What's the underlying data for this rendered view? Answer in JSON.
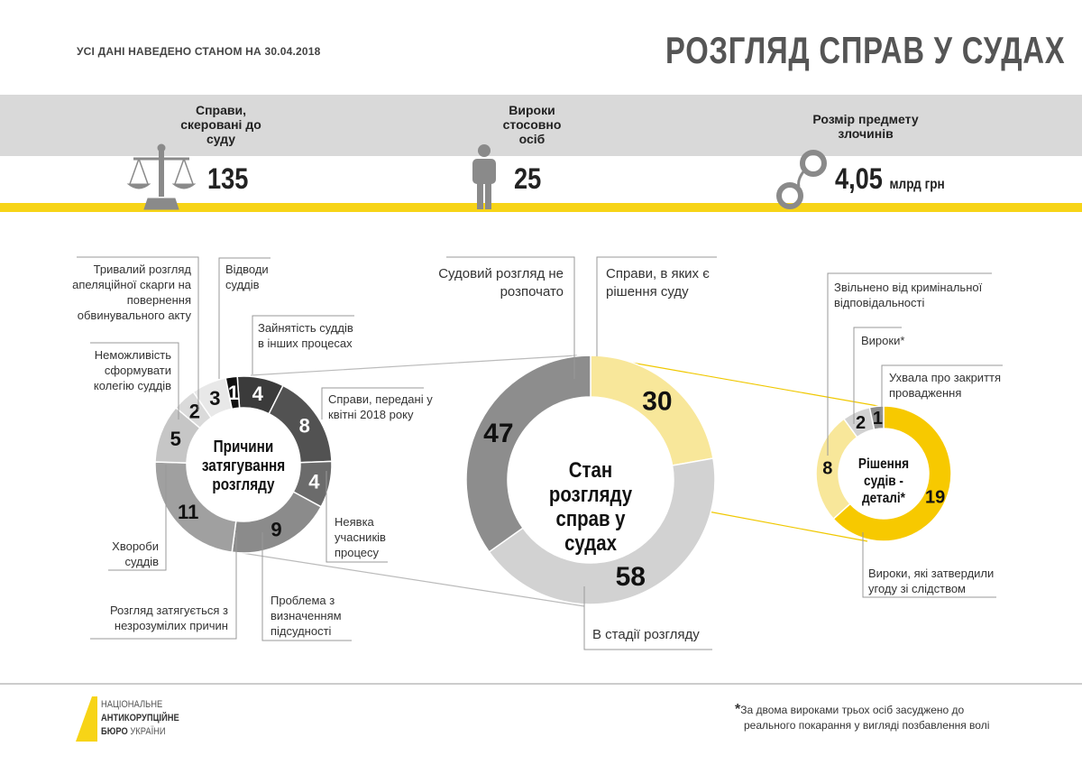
{
  "header": {
    "subtitle": "УСІ ДАНІ НАВЕДЕНО СТАНОМ НА 30.04.2018",
    "title": "РОЗГЛЯД СПРАВ У СУДАХ"
  },
  "stats": [
    {
      "label": "Справи, скеровані до суду",
      "value": "135",
      "unit": "",
      "icon": "scales-icon"
    },
    {
      "label": "Вироки стосовно осіб",
      "value": "25",
      "unit": "",
      "icon": "person-icon"
    },
    {
      "label": "Розмір предмету злочинів",
      "value": "4,05",
      "unit": "млрд грн",
      "icon": "handcuffs-icon"
    }
  ],
  "colors": {
    "yellow": "#f7d417",
    "light_yellow": "#f8e79a",
    "gray_band": "#d9d9d9"
  },
  "chart_data": [
    {
      "type": "pie",
      "title": "Причини затягування розгляду",
      "categories": [
        "Зайнятість суддів в інших процесах",
        "Справи, передані у квітні 2018 року",
        "Неявка учасників процесу",
        "Проблема з визначенням підсудності",
        "Розгляд затягується з незрозумілих причин",
        "Хвороби суддів",
        "Неможливість сформувати колегію суддів",
        "Тривалий розгляд апеляційної скарги на повернення обвинувального акту",
        "Відводи суддів"
      ],
      "values": [
        4,
        8,
        4,
        9,
        11,
        5,
        2,
        3,
        1
      ],
      "colors": [
        "#3b3b3b",
        "#525252",
        "#6b6b6b",
        "#8b8b8b",
        "#a0a0a0",
        "#c6c6c6",
        "#dadada",
        "#e8e8e8",
        "#111111"
      ]
    },
    {
      "type": "pie",
      "title": "Стан розгляду справ у судах",
      "categories": [
        "Справи, в яких є рішення суду",
        "В стадії розгляду",
        "Судовий розгляд не розпочато"
      ],
      "values": [
        30,
        58,
        47
      ],
      "colors": [
        "#f8e79a",
        "#d2d2d2",
        "#8d8d8d"
      ]
    },
    {
      "type": "pie",
      "title": "Рішення судів - деталі*",
      "categories": [
        "Вироки, які затвердили угоду зі слідством",
        "Звільнено від кримінальної відповідальності",
        "Вироки*",
        "Ухвала про закриття провадження"
      ],
      "values": [
        19,
        8,
        2,
        1
      ],
      "colors": [
        "#f7c900",
        "#f8e79a",
        "#d2d2d2",
        "#8d8d8d"
      ]
    }
  ],
  "footer": {
    "logo_line1": "НАЦІОНАЛЬНЕ",
    "logo_line2": "АНТИКОРУПЦІЙНЕ",
    "logo_line3a": "БЮРО",
    "logo_line3b": "УКРАЇНИ",
    "footnote_mark": "*",
    "footnote_line1": "За двома вироками трьох осіб засуджено до",
    "footnote_line2": "реального покарання у вигляді позбавлення волі"
  }
}
